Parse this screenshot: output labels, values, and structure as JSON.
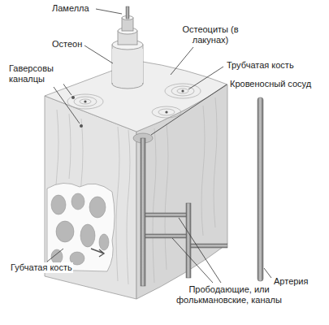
{
  "diagram": {
    "labels": [
      "Ламелла",
      "Остеон",
      "Остеоциты (в лакунах)",
      "Гаверсовы каналцы",
      "Трубчатая кость",
      "Кровеносный сосуд",
      "Губчатая кость",
      "Прободающие, или фолькмановские, каналы",
      "Артерия"
    ]
  }
}
